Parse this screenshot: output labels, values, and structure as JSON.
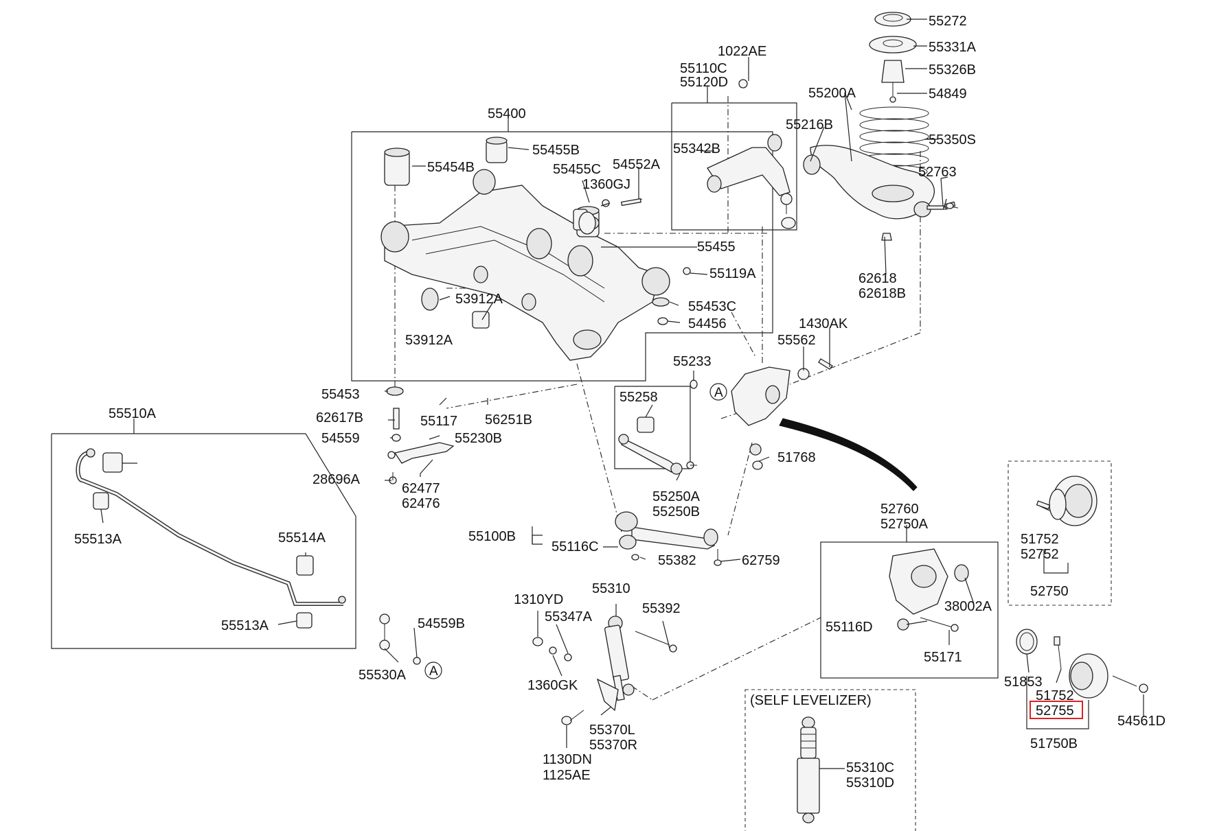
{
  "diagram": {
    "labels": {
      "l55272": "55272",
      "l55331A": "55331A",
      "l55326B": "55326B",
      "l54849": "54849",
      "l55350S": "55350S",
      "l52763": "52763",
      "l55200A": "55200A",
      "l55216B": "55216B",
      "l62618": "62618",
      "l62618B": "62618B",
      "l1022AE": "1022AE",
      "l55110C": "55110C",
      "l55120D": "55120D",
      "l55342B": "55342B",
      "l55400": "55400",
      "l55455B": "55455B",
      "l55454B": "55454B",
      "l55455C": "55455C",
      "l54552A": "54552A",
      "l1360GJ": "1360GJ",
      "l55455": "55455",
      "l55119A": "55119A",
      "l53912A_1": "53912A",
      "l53912A_2": "53912A",
      "l55453C": "55453C",
      "l54456": "54456",
      "l1430AK": "1430AK",
      "l55562": "55562",
      "l55233": "55233",
      "l55453": "55453",
      "l55117": "55117",
      "l56251B": "56251B",
      "l62617B": "62617B",
      "l54559": "54559",
      "l55230B": "55230B",
      "l55258": "55258",
      "l51768": "51768",
      "l55510A": "55510A",
      "l28696A": "28696A",
      "l62477": "62477",
      "l62476": "62476",
      "l55250A": "55250A",
      "l55250B": "55250B",
      "l52760": "52760",
      "l52750A": "52750A",
      "l55513A_1": "55513A",
      "l55514A": "55514A",
      "l55513A_2": "55513A",
      "l55100B": "55100B",
      "l55116C": "55116C",
      "l55382": "55382",
      "l62759": "62759",
      "l51752_1": "51752",
      "l52752": "52752",
      "l52750": "52750",
      "l38002A": "38002A",
      "l55116D": "55116D",
      "l55171": "55171",
      "l55310": "55310",
      "l1310YD": "1310YD",
      "l55347A": "55347A",
      "l55392": "55392",
      "l54559B": "54559B",
      "l55530A": "55530A",
      "l1360GK": "1360GK",
      "l55370L": "55370L",
      "l55370R": "55370R",
      "l1130DN": "1130DN",
      "l1125AE": "1125AE",
      "l_self_levelizer": "(SELF LEVELIZER)",
      "l55310C": "55310C",
      "l55310D": "55310D",
      "l51853": "51853",
      "l51752_2": "51752",
      "l52755": "52755",
      "l51750B": "51750B",
      "l54561D": "54561D",
      "l_A_1": "A",
      "l_A_2": "A"
    },
    "highlight_color": "#e02020"
  }
}
